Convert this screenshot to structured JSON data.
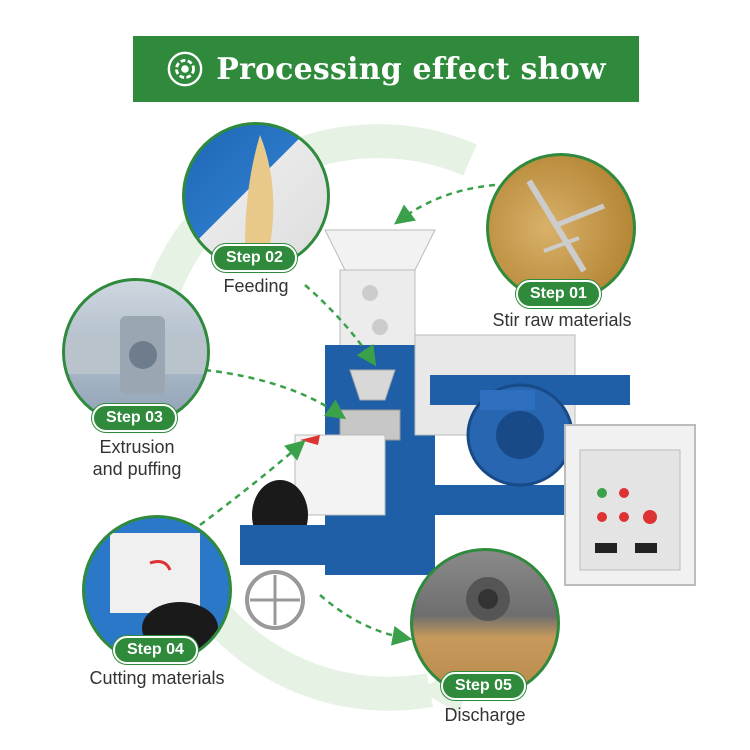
{
  "banner": {
    "title": "Processing effect show",
    "icon": "gear-icon"
  },
  "steps": [
    {
      "badge": "Step 01",
      "caption": "Stir raw materials"
    },
    {
      "badge": "Step 02",
      "caption": "Feeding"
    },
    {
      "badge": "Step 03",
      "caption_line1": "Extrusion",
      "caption_line2": "and puffing"
    },
    {
      "badge": "Step 04",
      "caption": "Cutting materials"
    },
    {
      "badge": "Step 05",
      "caption": "Discharge"
    }
  ],
  "colors": {
    "accent": "#2f8a3c",
    "machine_blue": "#1f5fa8",
    "arrow_green": "#3aa14a"
  }
}
